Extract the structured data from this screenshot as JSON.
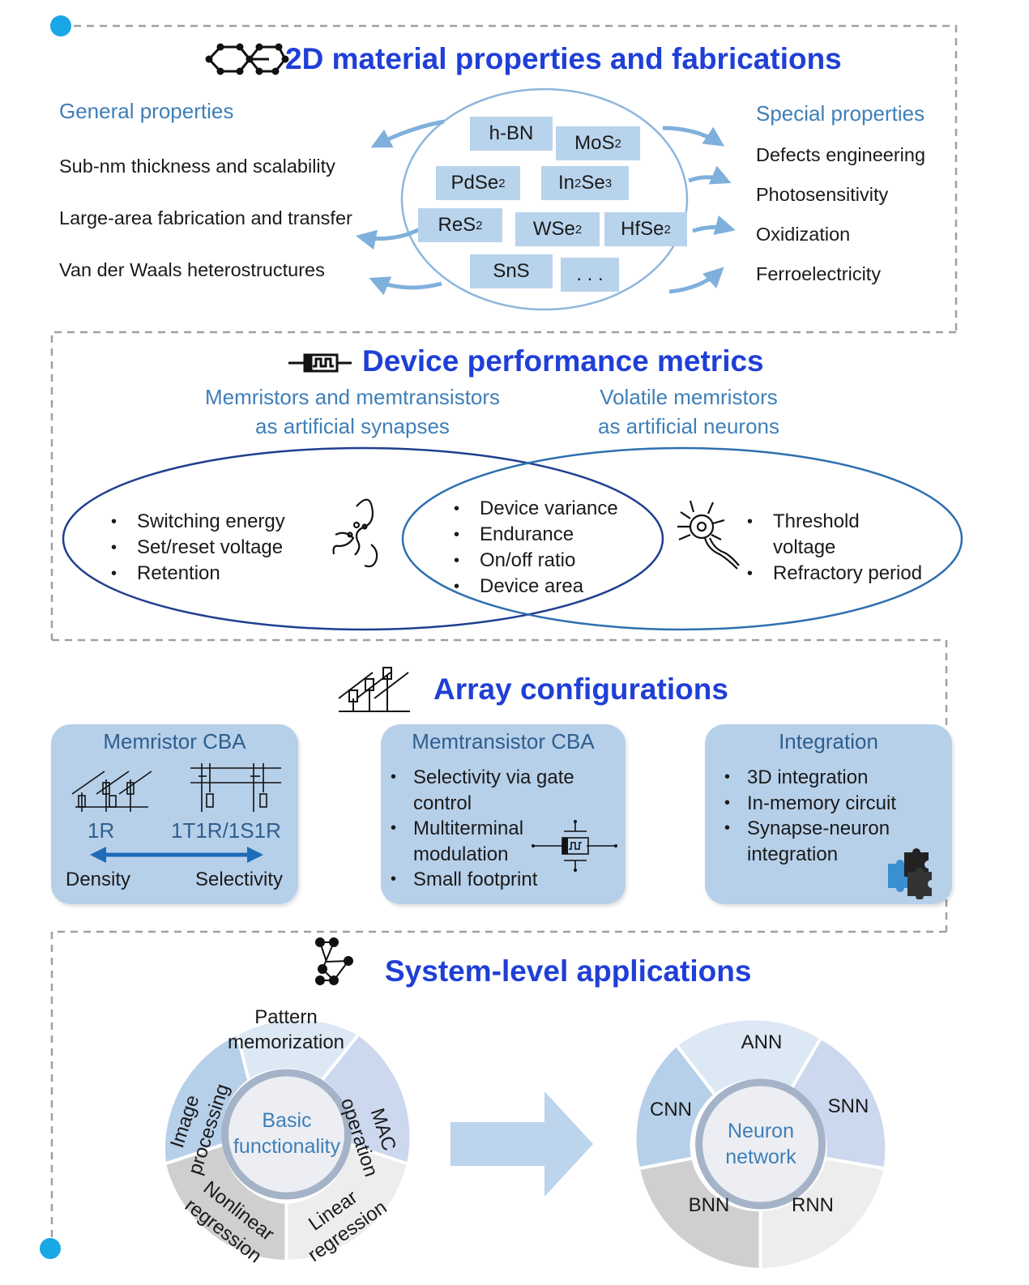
{
  "section1": {
    "title": "2D material properties and fabrications",
    "general_heading": "General properties",
    "general_items": [
      "Sub-nm thickness and scalability",
      "Large-area fabrication and transfer",
      "Van der Waals heterostructures"
    ],
    "special_heading": "Special properties",
    "special_items": [
      "Defects engineering",
      "Photosensitivity",
      "Oxidization",
      "Ferroelectricity"
    ],
    "materials": [
      {
        "base": "h-BN"
      },
      {
        "base": "MoS",
        "sub": "2"
      },
      {
        "base": "PdSe",
        "sub": "2"
      },
      {
        "base": "In",
        "sub": "2",
        "base2": "Se",
        "sub2": "3"
      },
      {
        "base": "ReS",
        "sub": "2"
      },
      {
        "base": "WSe",
        "sub": "2"
      },
      {
        "base": "HfSe",
        "sub": "2"
      },
      {
        "base": "SnS"
      },
      {
        "base": ". . ."
      }
    ]
  },
  "section2": {
    "title": "Device performance metrics",
    "synapse_heading_line1": "Memristors and memtransistors",
    "synapse_heading_line2": "as artificial synapses",
    "neuron_heading_line1": "Volatile memristors",
    "neuron_heading_line2": "as artificial neurons",
    "synapse_items": [
      "Switching energy",
      "Set/reset voltage",
      "Retention"
    ],
    "shared_items": [
      "Device variance",
      "Endurance",
      "On/off ratio",
      "Device area"
    ],
    "neuron_items": [
      "Threshold",
      "voltage",
      "Refractory period"
    ]
  },
  "section3": {
    "title": "Array configurations",
    "card1": {
      "title": "Memristor CBA",
      "label_1r": "1R",
      "label_1t1r": "1T1R/1S1R",
      "left_axis": "Density",
      "right_axis": "Selectivity"
    },
    "card2": {
      "title": "Memtransistor CBA",
      "items": [
        "Selectivity via gate",
        "control",
        "Multiterminal",
        "modulation",
        "Small footprint"
      ]
    },
    "card3": {
      "title": "Integration",
      "items": [
        "3D integration",
        "In-memory circuit",
        "Synapse-neuron",
        "integration"
      ]
    }
  },
  "section4": {
    "title": "System-level applications",
    "wheel1": {
      "center_line1": "Basic",
      "center_line2": "functionality",
      "pattern_line1": "Pattern",
      "pattern_line2": "memorization",
      "mac_line1": "MAC",
      "mac_line2": "operation",
      "linear_line1": "Linear",
      "linear_line2": "regression",
      "nonlinear_line1": "Nonlinear",
      "nonlinear_line2": "regression",
      "image_line1": "Image",
      "image_line2": "processing"
    },
    "wheel2": {
      "center_line1": "Neuron",
      "center_line2": "network",
      "segments": [
        "ANN",
        "SNN",
        "RNN",
        "BNN",
        "CNN"
      ]
    }
  },
  "colors": {
    "title_blue": "#1f3fd6",
    "subhead_blue": "#3f7fb8",
    "chip_fill": "#b8d3ec",
    "card_fill": "#b7d0ea",
    "dot_cyan": "#19a7e6",
    "dash_gray": "#a0a0a0"
  }
}
